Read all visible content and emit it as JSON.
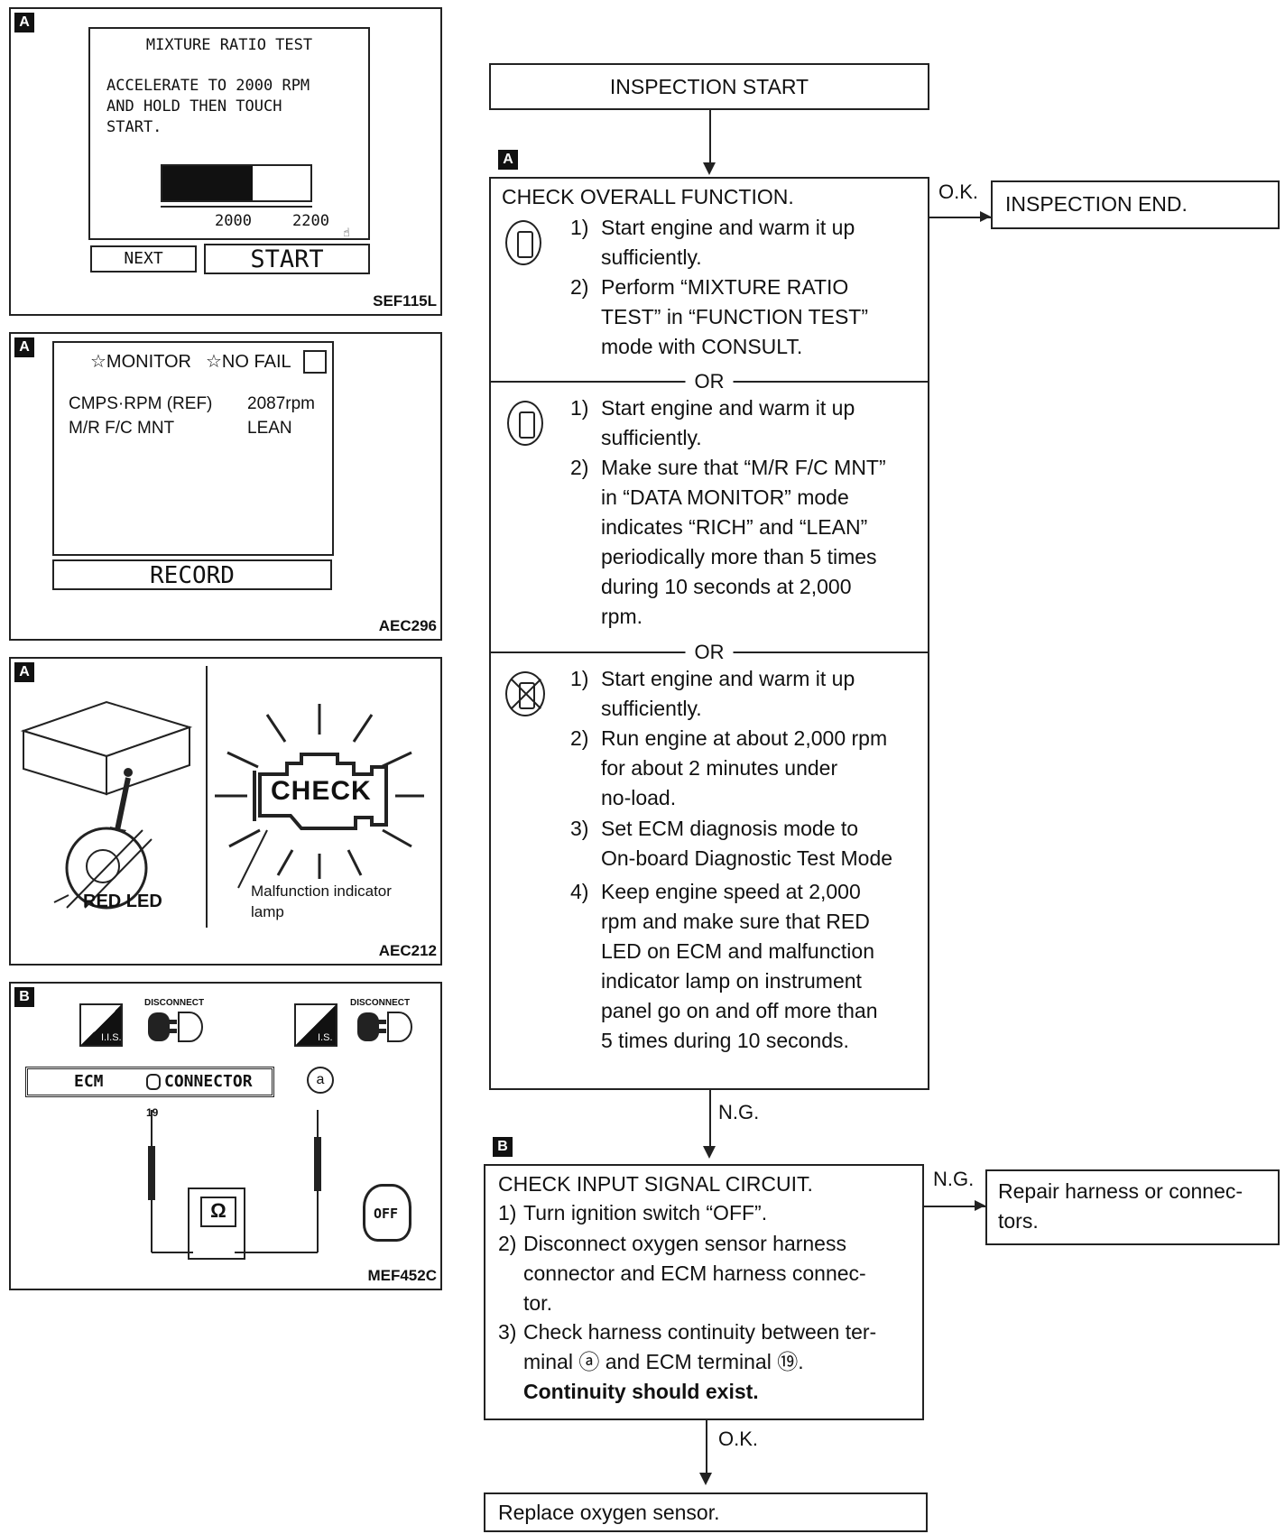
{
  "fig_a1": {
    "tag": "A",
    "title": "MIXTURE RATIO TEST",
    "instruction": [
      "ACCELERATE TO 2000 RPM",
      "AND HOLD THEN TOUCH",
      "START."
    ],
    "scale_low": "2000",
    "scale_high": "2200",
    "next_button": "NEXT",
    "start_button": "START",
    "code": "SEF115L"
  },
  "fig_a2": {
    "tag": "A",
    "header_monitor": "☆MONITOR",
    "header_nofail": "☆NO FAIL",
    "rows": [
      {
        "name": "CMPS·RPM (REF)",
        "value": "2087rpm"
      },
      {
        "name": "M/R F/C MNT",
        "value": "LEAN"
      }
    ],
    "record_button": "RECORD",
    "code": "AEC296"
  },
  "fig_a3": {
    "tag": "A",
    "red_led_label": "RED LED",
    "check_text": "CHECK",
    "mil_label": [
      "Malfunction indicator",
      "lamp"
    ],
    "code": "AEC212"
  },
  "fig_b": {
    "tag": "B",
    "disconnect_1": "DISCONNECT",
    "disconnect_2": "DISCONNECT",
    "ign_1": "I.I.S.",
    "ign_2": "I.S.",
    "ecm_label": "ECM",
    "connector_label": "CONNECTOR",
    "terminal_19": "19",
    "terminal_a": "a",
    "ohm": "Ω",
    "key_off": "OFF",
    "code": "MEF452C"
  },
  "flow": {
    "start": "INSPECTION START",
    "tag_a": "A",
    "tag_b": "B",
    "check_overall_title": "CHECK OVERALL FUNCTION.",
    "consult_steps": [
      [
        "1)",
        "Start engine and warm it up",
        "sufficiently."
      ],
      [
        "2)",
        "Perform “MIXTURE RATIO",
        "TEST” in “FUNCTION TEST”",
        "mode with CONSULT."
      ]
    ],
    "or_1": "OR",
    "monitor_steps": [
      [
        "1)",
        "Start engine and warm it up",
        "sufficiently."
      ],
      [
        "2)",
        "Make sure that “M/R F/C MNT”",
        "in “DATA MONITOR” mode",
        "indicates “RICH” and “LEAN”",
        "periodically more than 5 times",
        "during 10 seconds at 2,000",
        "rpm."
      ]
    ],
    "or_2": "OR",
    "no_consult_steps": [
      [
        "1)",
        "Start engine and warm it up",
        "sufficiently."
      ],
      [
        "2)",
        "Run engine at about 2,000 rpm",
        "for about 2 minutes under",
        "no-load."
      ],
      [
        "3)",
        "Set ECM diagnosis mode to",
        "On-board Diagnostic Test Mode"
      ],
      [
        "4)",
        "Keep engine speed at 2,000",
        "rpm and make sure that RED",
        "LED on ECM and malfunction",
        "indicator lamp on instrument",
        "panel go on and off more than",
        "5 times during 10 seconds."
      ]
    ],
    "ok_1": "O.K.",
    "end": "INSPECTION END.",
    "ng_1": "N.G.",
    "check_input_title": "CHECK INPUT SIGNAL CIRCUIT.",
    "input_steps": [
      [
        "1)",
        "Turn ignition switch “OFF”."
      ],
      [
        "2)",
        "Disconnect oxygen sensor harness",
        "connector and ECM harness connec-",
        "tor."
      ],
      [
        "3)",
        "Check harness continuity between ter-",
        "minal ⓐ and ECM terminal ⑲."
      ]
    ],
    "continuity": "Continuity should exist.",
    "ng_2": "N.G.",
    "repair": [
      "Repair harness or connec-",
      "tors."
    ],
    "ok_2": "O.K.",
    "replace": "Replace oxygen sensor."
  }
}
